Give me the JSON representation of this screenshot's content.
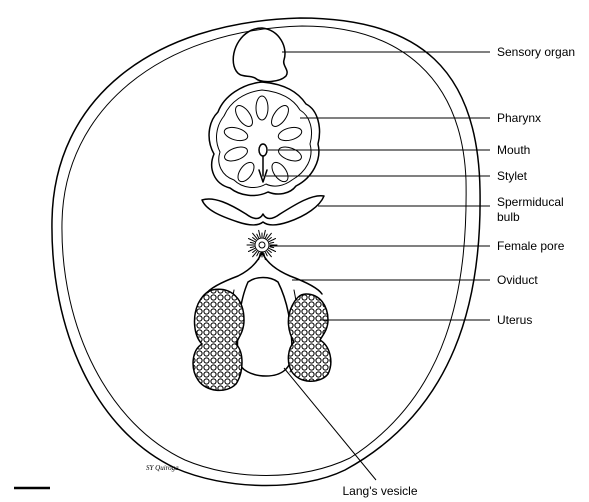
{
  "labels": {
    "sensory_organ": "Sensory organ",
    "pharynx": "Pharynx",
    "mouth": "Mouth",
    "stylet": "Stylet",
    "spermiducal_bulb_line1": "Spermiducal",
    "spermiducal_bulb_line2": "bulb",
    "female_pore": "Female pore",
    "oviduct": "Oviduct",
    "uterus": "Uterus",
    "langs_vesicle": "Lang's vesicle"
  },
  "signature": "SY Quiroga",
  "colors": {
    "ink": "#000000",
    "background": "#ffffff"
  }
}
